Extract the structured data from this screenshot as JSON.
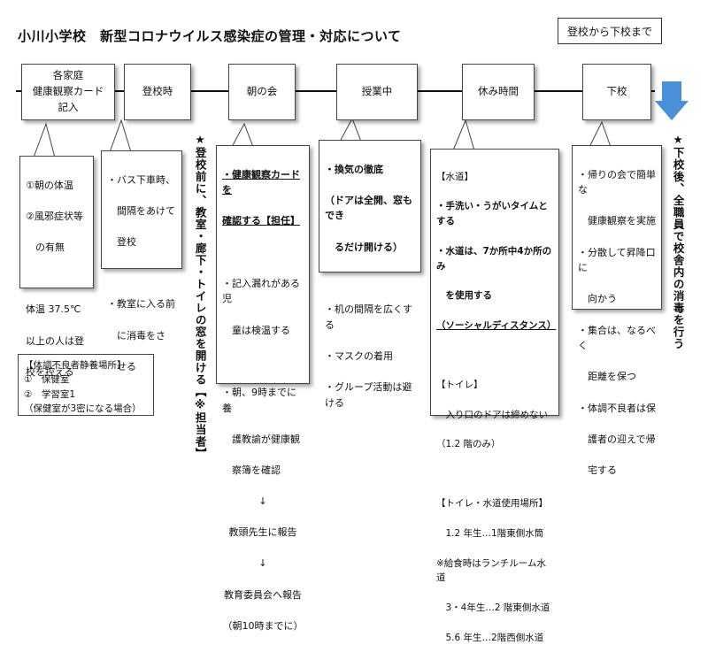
{
  "title": "小川小学校　新型コロナウイルス感染症の管理・対応について",
  "badge": "登校から下校まで",
  "stages": [
    {
      "label": "各家庭\n健康観察カード\n記入"
    },
    {
      "label": "登校時"
    },
    {
      "label": "朝の会"
    },
    {
      "label": "授業中"
    },
    {
      "label": "休み時間"
    },
    {
      "label": "下校"
    }
  ],
  "details": {
    "home": [
      "①朝の体温",
      "②風邪症状等",
      "　の有無",
      "",
      "体温 37.5℃",
      "以上の人は登",
      "校を控える"
    ],
    "arrival": [
      "・バス下車時、",
      "　間隔をあけて",
      "　登校",
      "",
      "・教室に入る前",
      "　に消毒をさ",
      "　せる"
    ],
    "morning": {
      "card_line1": "・健康観察カードを",
      "card_line2": "確認する【担任】",
      "lines": [
        "",
        "・記入漏れがある児",
        "　童は検温する",
        "",
        "・朝、9時までに養",
        "　護教諭が健康観",
        "　察簿を確認"
      ],
      "arrow1": "↓",
      "report1": "教頭先生に報告",
      "arrow2": "↓",
      "report2": "教育委員会へ報告",
      "report3": "（朝10時までに）"
    },
    "class": {
      "head": "・換気の徹底",
      "head_sub1": "（ドアは全開、窓もでき",
      "head_sub2": "　るだけ開ける）",
      "lines": [
        "",
        "・机の間隔を広くする",
        "・マスクの着用",
        "・グループ活動は避ける"
      ]
    },
    "break": {
      "water_title": "【水道】",
      "water1": "・手洗い・うがいタイムとする",
      "water2": "・水道は、7か所中4か所のみ",
      "water3": "　を使用する",
      "water4": "（ソーシャルディスタンス）",
      "toilet_title": "【トイレ】",
      "toilet1": "　入り口のドアは締めない",
      "toilet2": "（1.2 階のみ）",
      "assign_title": "【トイレ・水道使用場所】",
      "assign1": "　1.2 年生…1階東側水筒",
      "assign2": "※給食時はランチルーム水道",
      "assign3": "　3・4年生…2 階東側水道",
      "assign4": "　5.6 年生…2階西側水道"
    },
    "dismissal": [
      "・帰りの会で簡単な",
      "　健康観察を実施",
      "・分散して昇降口に",
      "　向かう",
      "・集合は、なるべく",
      "　距離を保つ",
      "・体調不良者は保",
      "　護者の迎えで帰",
      "　宅する"
    ]
  },
  "side_note_before": "★登校前に、教室・廊下・トイレの窓を開ける【※担当者】",
  "side_note_after": "★下校後、全職員で校舎内の消毒を行う",
  "sick_room": {
    "title": "【体調不良者静養場所】",
    "item1": "①　保健室",
    "item2": "②　学習室1",
    "note": "（保健室が3密になる場合）"
  },
  "colors": {
    "timeline": "#111111",
    "arrow": "#4a90d9",
    "border": "#444444"
  }
}
